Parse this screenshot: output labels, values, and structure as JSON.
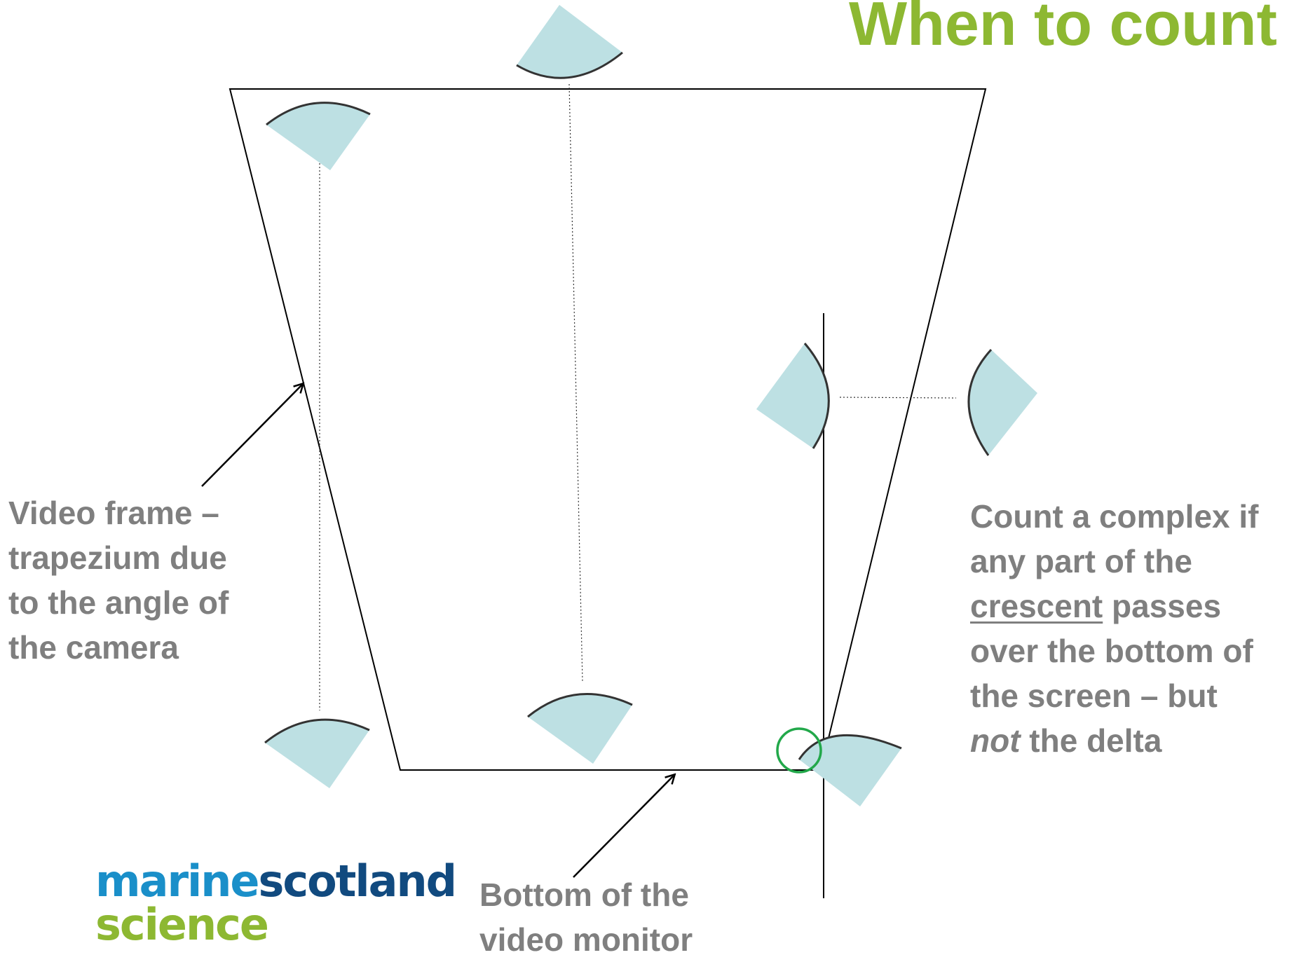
{
  "title": "When to count",
  "labels": {
    "video_frame": [
      "Video frame –",
      "trapezium due",
      "to the angle of",
      "the camera"
    ],
    "monitor_bottom": [
      "Bottom of the",
      "video monitor"
    ],
    "count_rule": {
      "line1": "Count a complex if",
      "line2": "any part of the",
      "line3_underlined": "crescent",
      "line3_rest": " passes",
      "line4": "over the bottom of",
      "line5": "the screen – but",
      "line6_italic": "not",
      "line6_rest": " the delta"
    }
  },
  "logo": {
    "marine": "marine",
    "scotland": "scotland",
    "science": "science"
  },
  "colors": {
    "title": "#8db832",
    "label_text": "#7f7f7f",
    "crescent_fill": "#bde0e3",
    "highlight_circle": "#22a84a"
  }
}
